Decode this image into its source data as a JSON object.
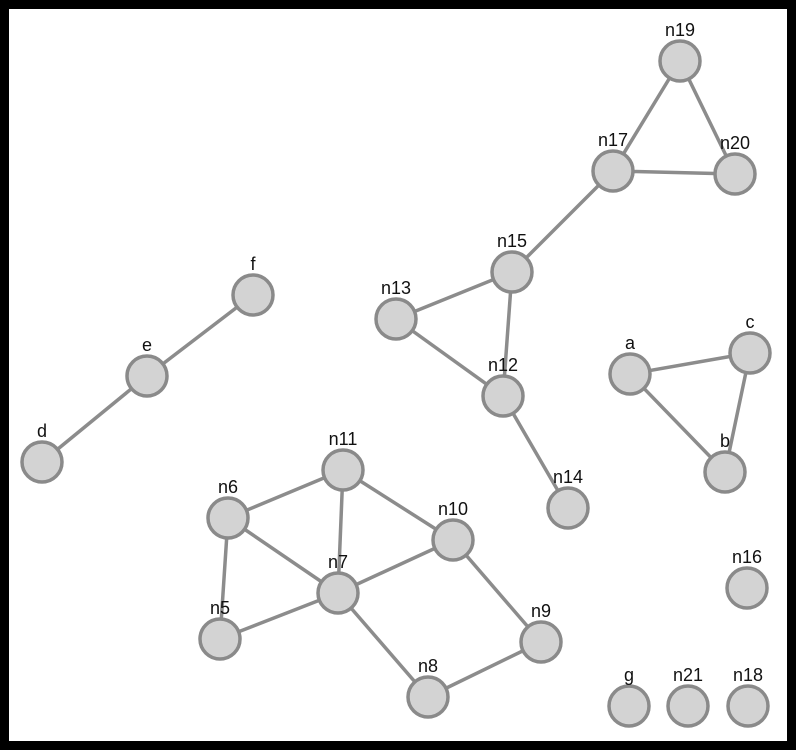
{
  "graph": {
    "nodes": [
      {
        "id": "a",
        "label": "a"
      },
      {
        "id": "b",
        "label": "b"
      },
      {
        "id": "c",
        "label": "c"
      },
      {
        "id": "d",
        "label": "d"
      },
      {
        "id": "e",
        "label": "e"
      },
      {
        "id": "f",
        "label": "f"
      },
      {
        "id": "g",
        "label": "g"
      },
      {
        "id": "n5",
        "label": "n5"
      },
      {
        "id": "n6",
        "label": "n6"
      },
      {
        "id": "n7",
        "label": "n7"
      },
      {
        "id": "n8",
        "label": "n8"
      },
      {
        "id": "n9",
        "label": "n9"
      },
      {
        "id": "n10",
        "label": "n10"
      },
      {
        "id": "n11",
        "label": "n11"
      },
      {
        "id": "n12",
        "label": "n12"
      },
      {
        "id": "n13",
        "label": "n13"
      },
      {
        "id": "n14",
        "label": "n14"
      },
      {
        "id": "n15",
        "label": "n15"
      },
      {
        "id": "n16",
        "label": "n16"
      },
      {
        "id": "n17",
        "label": "n17"
      },
      {
        "id": "n18",
        "label": "n18"
      },
      {
        "id": "n19",
        "label": "n19"
      },
      {
        "id": "n20",
        "label": "n20"
      },
      {
        "id": "n21",
        "label": "n21"
      }
    ],
    "edges": [
      [
        "a",
        "c"
      ],
      [
        "a",
        "b"
      ],
      [
        "b",
        "c"
      ],
      [
        "d",
        "e"
      ],
      [
        "e",
        "f"
      ],
      [
        "n6",
        "n11"
      ],
      [
        "n6",
        "n7"
      ],
      [
        "n6",
        "n5"
      ],
      [
        "n11",
        "n7"
      ],
      [
        "n11",
        "n10"
      ],
      [
        "n7",
        "n10"
      ],
      [
        "n7",
        "n5"
      ],
      [
        "n7",
        "n8"
      ],
      [
        "n10",
        "n9"
      ],
      [
        "n8",
        "n9"
      ],
      [
        "n13",
        "n15"
      ],
      [
        "n13",
        "n12"
      ],
      [
        "n15",
        "n12"
      ],
      [
        "n12",
        "n14"
      ],
      [
        "n15",
        "n17"
      ],
      [
        "n17",
        "n19"
      ],
      [
        "n17",
        "n20"
      ],
      [
        "n19",
        "n20"
      ]
    ],
    "colors": {
      "node_fill": "#d3d3d3",
      "node_stroke": "#8a8a8a",
      "edge": "#8c8c8c",
      "background": "#ffffff",
      "border": "#000000"
    }
  }
}
